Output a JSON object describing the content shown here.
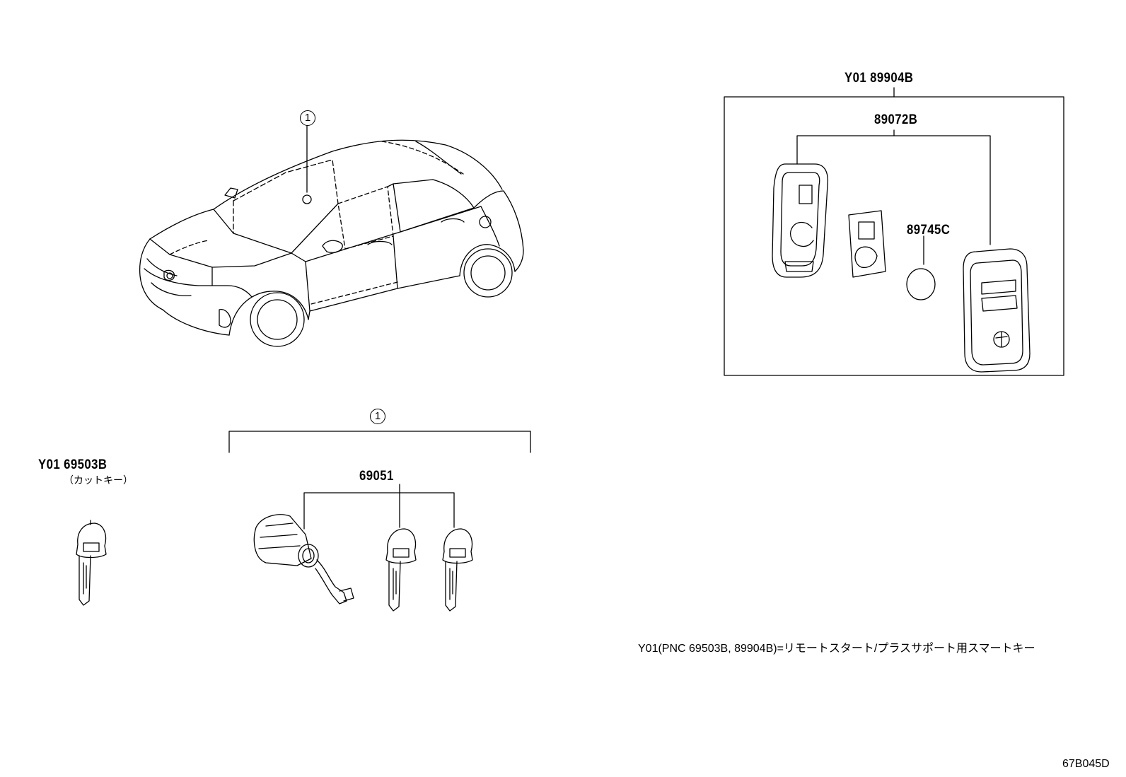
{
  "callouts": {
    "car_ref": "1",
    "cylinder_set_ref": "1"
  },
  "parts": {
    "smart_key_assy": "Y01  89904B",
    "smart_key_case": "89072B",
    "battery": "89745C",
    "cut_key_no": "Y01 69503B",
    "cut_key_desc": "（カットキー）",
    "cylinder_set": "69051"
  },
  "footnote": "Y01(PNC 69503B, 89904B)=リモートスタート/プラスサポート用スマートキー",
  "diagram_id": "67B045D"
}
